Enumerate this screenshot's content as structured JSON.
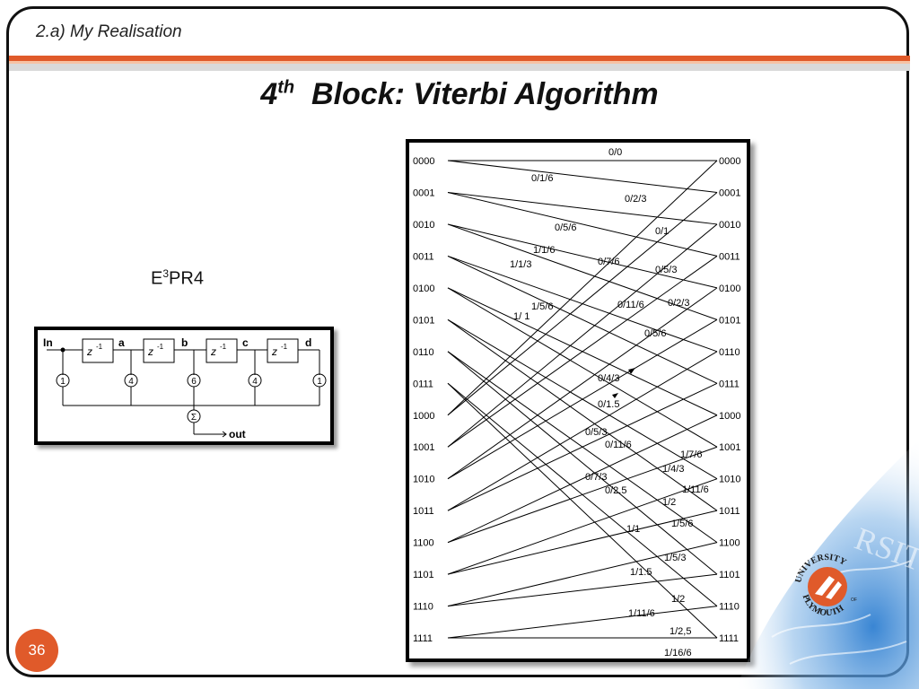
{
  "header": {
    "section_title": "2.a) My Realisation"
  },
  "slide": {
    "title_main": "4",
    "title_sup": "th",
    "title_rest": "  Block: Viterbi Algorithm",
    "page_number": "36"
  },
  "code_label": {
    "prefix": "E",
    "sup": "3",
    "suffix": "PR4"
  },
  "block_diagram": {
    "input_label": "In",
    "delay_label": "z",
    "delay_exp": "-1",
    "taps": [
      "a",
      "b",
      "c",
      "d"
    ],
    "coefficients": [
      "1",
      "4",
      "6",
      "4",
      "1"
    ],
    "sum_symbol": "Σ",
    "output_label": "out"
  },
  "trellis": {
    "states": [
      "0000",
      "0001",
      "0010",
      "0011",
      "0100",
      "0101",
      "0110",
      "0111",
      "1000",
      "1001",
      "1010",
      "1011",
      "1100",
      "1101",
      "1110",
      "1111"
    ],
    "branch_labels": [
      {
        "text": "0/0"
      },
      {
        "text": "0/1/6"
      },
      {
        "text": "0/2/3"
      },
      {
        "text": "0/5/6"
      },
      {
        "text": "0/1"
      },
      {
        "text": "1/1/6"
      },
      {
        "text": "1/1/3"
      },
      {
        "text": "0/7/6"
      },
      {
        "text": "0/5/3"
      },
      {
        "text": "1/5/6"
      },
      {
        "text": "1/ 1"
      },
      {
        "text": "0/11/6"
      },
      {
        "text": "0/2/3"
      },
      {
        "text": "0/5/6"
      },
      {
        "text": "0/4/3"
      },
      {
        "text": "0/1.5"
      },
      {
        "text": "0/5/3"
      },
      {
        "text": "0/11/6"
      },
      {
        "text": "1/7/6"
      },
      {
        "text": "1/4/3"
      },
      {
        "text": "0/7/3"
      },
      {
        "text": "0/2.5"
      },
      {
        "text": "1/11/6"
      },
      {
        "text": "1/2"
      },
      {
        "text": "1/5/6"
      },
      {
        "text": "1/1"
      },
      {
        "text": "1/5/3"
      },
      {
        "text": "1/1.5"
      },
      {
        "text": "1/2"
      },
      {
        "text": "1/11/6"
      },
      {
        "text": "1/2,5"
      },
      {
        "text": "1/16/6"
      }
    ]
  },
  "logo": {
    "top_text": "UNIVERSITY",
    "bottom_text": "PLYMOUTH",
    "small_text": "OF",
    "watermark_text": "RSITY"
  },
  "colors": {
    "accent": "#e05a2a",
    "accent_light": "#f6c2a4",
    "band_gray": "#d9d9d9",
    "water": "#4a8fd4"
  }
}
